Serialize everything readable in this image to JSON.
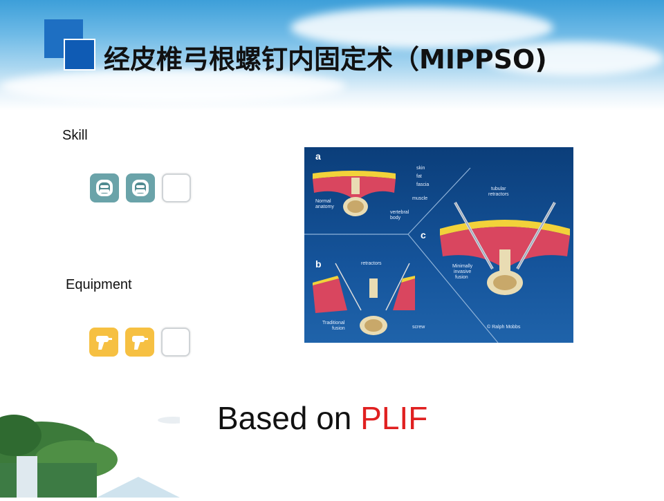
{
  "slide": {
    "title": "经皮椎弓根螺钉内固定术（MIPPSO)",
    "skill_label": "Skill",
    "equipment_label": "Equipment",
    "footer_prefix": "Based on ",
    "footer_highlight": "PLIF",
    "skill_rating": {
      "filled": 2,
      "total": 3
    },
    "equipment_rating": {
      "filled": 2,
      "total": 3
    }
  },
  "figure": {
    "panel_a": "a",
    "panel_b": "b",
    "panel_c": "c",
    "skin": "skin",
    "fat": "fat",
    "fascia": "fascia",
    "muscle": "muscle",
    "normal_1": "Normal",
    "normal_2": "anatomy",
    "vertebral_1": "vertebral",
    "vertebral_2": "body",
    "tubular_1": "tubular",
    "tubular_2": "retractors",
    "mis_1": "Minimally",
    "mis_2": "invasive",
    "mis_3": "fusion",
    "retractors": "retractors",
    "trad_1": "Traditional",
    "trad_2": "fusion",
    "screw": "screw",
    "credit": "© Ralph Mobbs"
  },
  "colors": {
    "title_square": "#1e6fc2",
    "skill_icon": "#6aa3a9",
    "equipment_icon": "#f6c042",
    "highlight": "#e02020",
    "figure_bg": "#15549b"
  },
  "icons": {
    "skill": "surgeon-mask-icon",
    "equipment": "drill-icon",
    "empty": "empty-box-icon"
  }
}
